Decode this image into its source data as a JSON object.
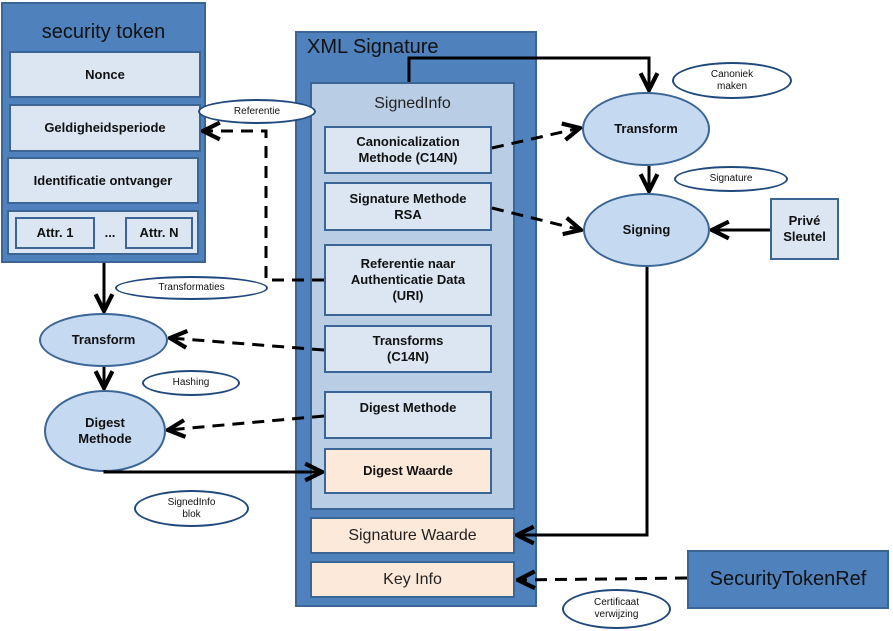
{
  "security_token": {
    "title": "security token",
    "items": [
      "Nonce",
      "Geldigheidsperiode",
      "Identificatie ontvanger"
    ],
    "attributes": {
      "first": "Attr. 1",
      "ellipsis": "...",
      "last": "Attr. N"
    }
  },
  "xml_signature": {
    "title": "XML Signature",
    "signed_info": {
      "title": "SignedInfo",
      "items": [
        "Canonicalization\nMethode (C14N)",
        "Signature Methode\nRSA",
        "Referentie naar\nAuthenticatie Data\n(URI)",
        "Transforms\n(C14N)",
        "Digest Methode",
        "Digest Waarde"
      ]
    },
    "signature_value": "Signature Waarde",
    "key_info": "Key Info"
  },
  "process_nodes": {
    "left_transform": "Transform",
    "digest_method": "Digest\nMethode",
    "right_transform": "Transform",
    "signing": "Signing"
  },
  "private_key": "Privé\nSleutel",
  "security_token_ref": "SecurityTokenRef",
  "edge_labels": {
    "referentie": "Referentie",
    "transformaties": "Transformaties",
    "hashing": "Hashing",
    "signedinfo_blok": "SignedInfo\nblok",
    "canoniek_maken": "Canoniek\nmaken",
    "signature": "Signature",
    "certificaat_verwijzing": "Certificaat\nverwijzing"
  },
  "colors": {
    "container_blue": "#4f81bd",
    "border_blue": "#3a6595",
    "light_fill": "#dce6f2",
    "signedinfo_fill": "#b9cde5",
    "node_fill": "#c5d9f1",
    "value_fill": "#fde9d9"
  }
}
